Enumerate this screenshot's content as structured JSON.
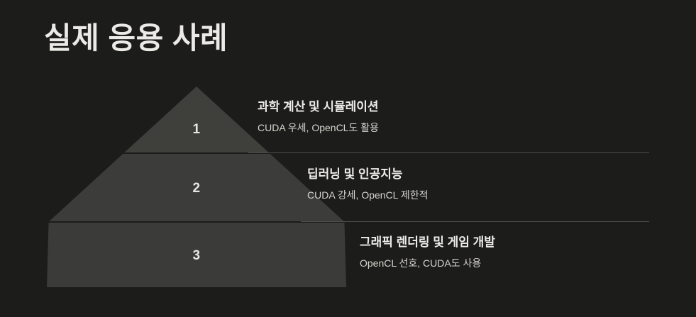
{
  "slide": {
    "title": "실제 응용 사례",
    "background_color": "#1c1c1a",
    "title_color": "#eceae6",
    "accent_color": "#3f3f3c",
    "separator_color": "#4e4e4a"
  },
  "pyramid": {
    "tiers": [
      {
        "number": "1",
        "title": "과학 계산 및 시뮬레이션",
        "subtitle": "CUDA 우세, OpenCL도 활용",
        "fill_color": "#3f3f3c"
      },
      {
        "number": "2",
        "title": "딥러닝 및 인공지능",
        "subtitle": "CUDA 강세, OpenCL 제한적",
        "fill_color": "#3c3c3a"
      },
      {
        "number": "3",
        "title": "그래픽 렌더링 및 게임 개발",
        "subtitle": "OpenCL 선호, CUDA도 사용",
        "fill_color": "#3b3b39"
      }
    ]
  }
}
